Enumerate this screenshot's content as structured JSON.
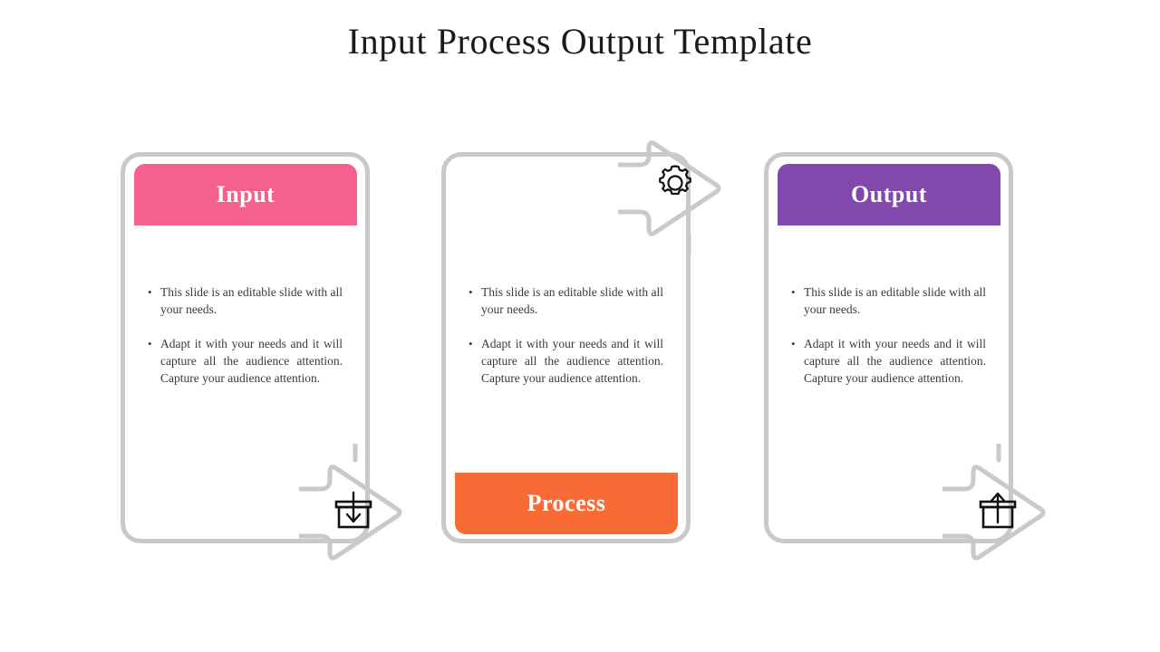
{
  "slide": {
    "title": "Input Process Output Template",
    "background_color": "#ffffff",
    "outline_color": "#c9c9c9",
    "body_text_color": "#3a3a3a"
  },
  "cards": [
    {
      "id": "input",
      "banner_label": "Input",
      "banner_color": "#f4618c",
      "banner_position": "top",
      "icon": "download-tray-icon",
      "bullets": [
        "This slide is an editable slide with all your needs.",
        "Adapt it with your needs and it will capture all the audience attention. Capture your audience attention."
      ]
    },
    {
      "id": "process",
      "banner_label": "Process",
      "banner_color": "#f86b35",
      "banner_position": "bottom",
      "icon": "gear-icon",
      "bullets": [
        "This slide is an editable slide with all your needs.",
        "Adapt it with your needs and it will capture all the audience attention. Capture your audience attention."
      ]
    },
    {
      "id": "output",
      "banner_label": "Output",
      "banner_color": "#8248ad",
      "banner_position": "top",
      "icon": "upload-tray-icon",
      "bullets": [
        "This slide is an editable slide with all your needs.",
        "Adapt it with your needs and it will capture all the audience attention. Capture your audience attention."
      ]
    }
  ],
  "bullet_glyph": "•"
}
